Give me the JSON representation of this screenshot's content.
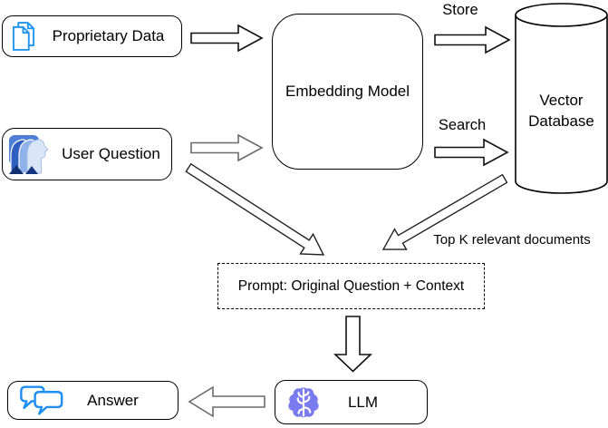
{
  "diagram": {
    "nodes": {
      "proprietary_data": {
        "label": "Proprietary Data",
        "icon": "documents-icon"
      },
      "user_question": {
        "label": "User Question",
        "icon": "users-icon"
      },
      "embedding_model": {
        "label": "Embedding Model"
      },
      "vector_database": {
        "lines": [
          "Vector",
          "Database"
        ]
      },
      "prompt": {
        "label": "Prompt: Original Question + Context"
      },
      "llm": {
        "label": "LLM",
        "icon": "brain-icon"
      },
      "answer": {
        "label": "Answer",
        "icon": "chat-bubbles-icon"
      }
    },
    "edges": {
      "store_label": "Store",
      "search_label": "Search",
      "top_k_label": "Top K relevant documents"
    },
    "colors": {
      "node_border": "#000000",
      "document_icon_blue": "#2196F3",
      "chat_icon_blue": "#1f8ef2",
      "brain_purple": "#7b7bf0",
      "user_icon_dark_blue": "#2f5fc0",
      "user_icon_mid_blue": "#8fb2ea",
      "user_icon_light_blue": "#d9e6fa",
      "user_icon_navy": "#12306e",
      "background": "#ffffff"
    }
  }
}
